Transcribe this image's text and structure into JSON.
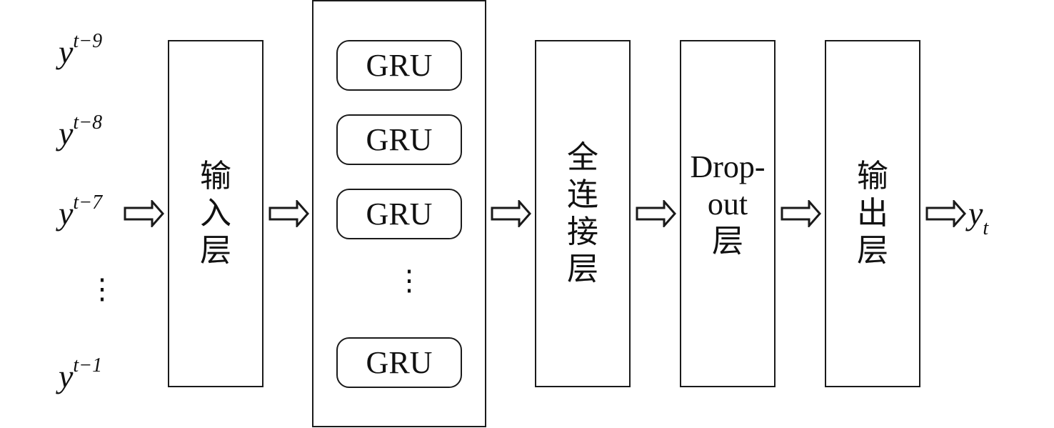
{
  "inputs": [
    {
      "base": "y",
      "sup": "t−9"
    },
    {
      "base": "y",
      "sup": "t−8"
    },
    {
      "base": "y",
      "sup": "t−7"
    },
    {
      "base": "y",
      "sup": "t−1"
    }
  ],
  "ellipsis": "⋮",
  "layers": {
    "input": "输入层",
    "gru_units": [
      "GRU",
      "GRU",
      "GRU",
      "GRU"
    ],
    "dense": "全连接层",
    "dropout_lines": [
      "Drop-",
      "out",
      "层"
    ],
    "output": "输出层"
  },
  "output": {
    "base": "y",
    "sub": "t"
  },
  "arrow_icon": "hollow-right-arrow"
}
